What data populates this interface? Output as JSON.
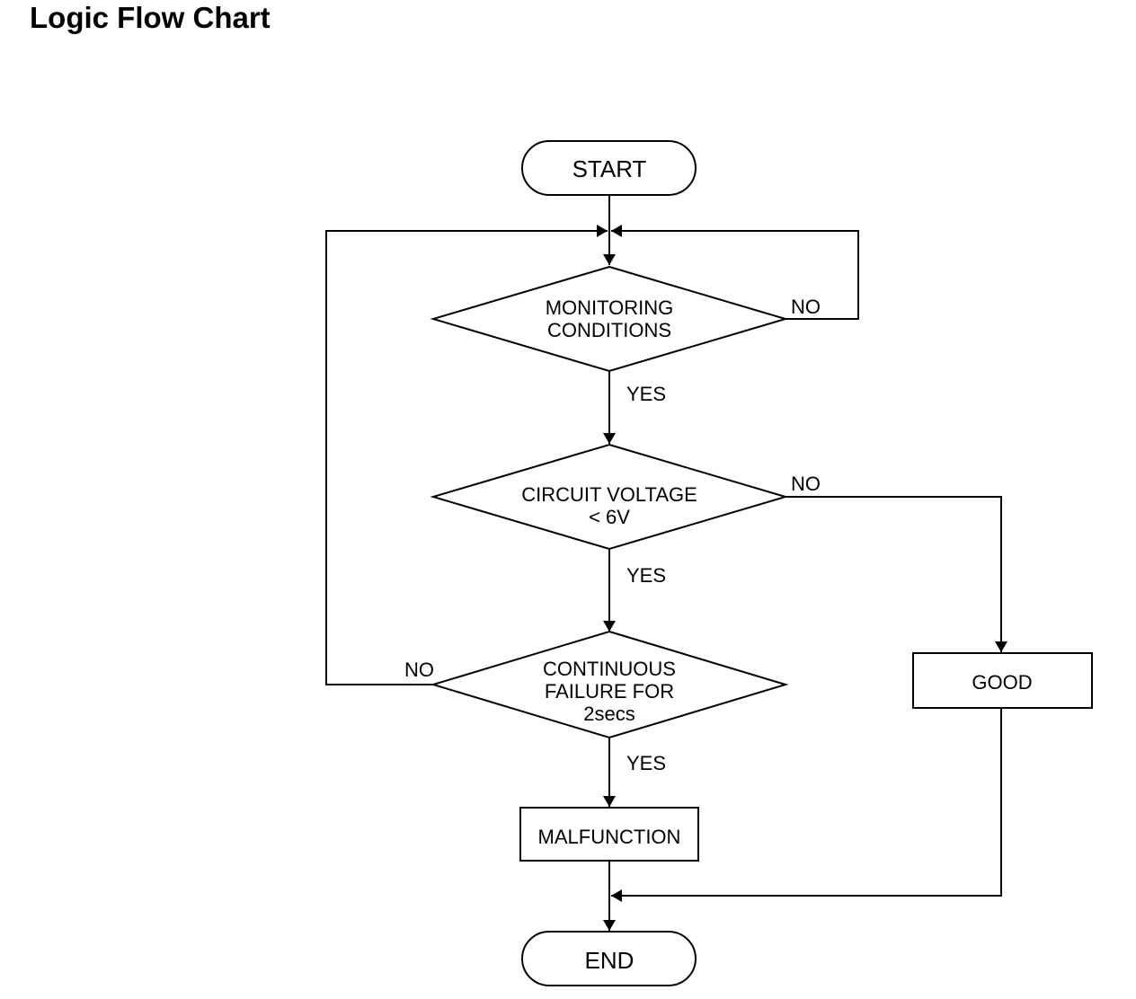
{
  "title": "Logic Flow Chart",
  "nodes": {
    "start": {
      "label": "START"
    },
    "monitoring": {
      "lines": [
        "MONITORING",
        "CONDITIONS"
      ]
    },
    "voltage": {
      "lines": [
        "CIRCUIT VOLTAGE",
        "< 6V"
      ]
    },
    "continuous": {
      "lines": [
        "CONTINUOUS",
        "FAILURE FOR",
        "2secs"
      ]
    },
    "malfunction": {
      "label": "MALFUNCTION"
    },
    "good": {
      "label": "GOOD"
    },
    "end": {
      "label": "END"
    }
  },
  "edges": {
    "monitoring_no": "NO",
    "monitoring_yes": "YES",
    "voltage_no": "NO",
    "voltage_yes": "YES",
    "continuous_no": "NO",
    "continuous_yes": "YES"
  }
}
